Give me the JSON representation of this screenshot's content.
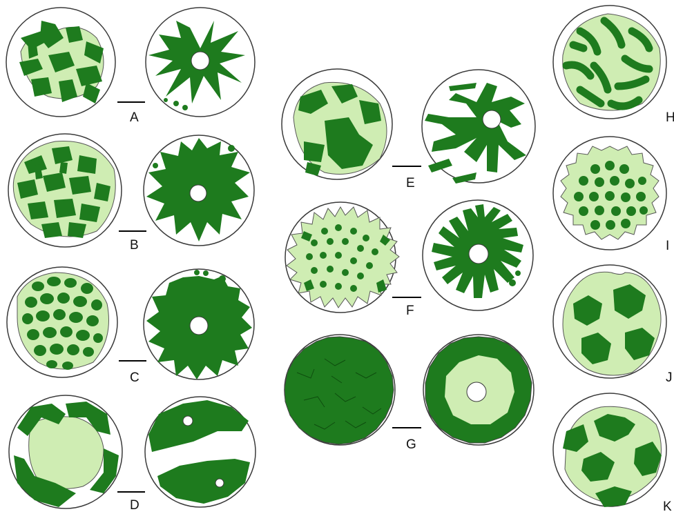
{
  "colors": {
    "dark_green": "#1e7b1e",
    "light_green": "#cfedb3",
    "outline": "#3a3a3a",
    "background": "#ffffff"
  },
  "panels": [
    {
      "label": "A"
    },
    {
      "label": "B"
    },
    {
      "label": "C"
    },
    {
      "label": "D"
    },
    {
      "label": "E"
    },
    {
      "label": "F"
    },
    {
      "label": "G"
    },
    {
      "label": "H"
    },
    {
      "label": "I"
    },
    {
      "label": "J"
    },
    {
      "label": "K"
    }
  ]
}
